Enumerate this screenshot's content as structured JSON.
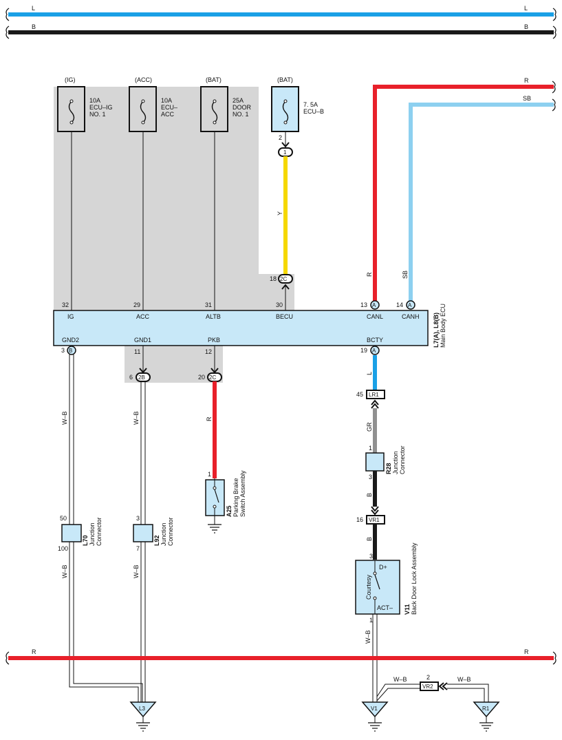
{
  "top_wires": {
    "wire1": {
      "left": "L",
      "right": "L"
    },
    "wire2": {
      "left": "B",
      "right": "B"
    }
  },
  "fuses": [
    {
      "source": "(IG)",
      "rating": "10A",
      "name1": "ECU–IG",
      "name2": "NO. 1"
    },
    {
      "source": "(ACC)",
      "rating": "10A",
      "name1": "ECU–",
      "name2": "ACC"
    },
    {
      "source": "(BAT)",
      "rating": "25A",
      "name1": "DOOR",
      "name2": "NO. 1"
    },
    {
      "source": "(BAT)",
      "rating": "7. 5A",
      "name1": "ECU–B",
      "name2": ""
    }
  ],
  "right_wires": {
    "top": "R",
    "second": "SB"
  },
  "ecu": {
    "code": "L7(A), L8(B)",
    "name": "Main Body ECU",
    "top_pins": [
      {
        "num": "32",
        "label": "IG"
      },
      {
        "num": "29",
        "label": "ACC"
      },
      {
        "num": "31",
        "label": "ALTB"
      },
      {
        "num": "30",
        "label": "BECU"
      },
      {
        "num": "13",
        "label": "CANL",
        "conn": "A"
      },
      {
        "num": "14",
        "label": "CANH",
        "conn": "A"
      }
    ],
    "bottom_pins": [
      {
        "num": "3",
        "label": "GND2",
        "conn": "B"
      },
      {
        "num": "11",
        "label": "GND1"
      },
      {
        "num": "12",
        "label": "PKB"
      },
      {
        "num": "19",
        "label": "BCTY",
        "conn": "A"
      }
    ]
  },
  "connectors": {
    "j1": {
      "pin": "2",
      "id": "1"
    },
    "j2c_top": {
      "pin": "18",
      "id": "2C"
    },
    "j2b": {
      "pin": "6",
      "id": "2B"
    },
    "j2c_bot": {
      "pin": "20",
      "id": "2C"
    },
    "lr1": {
      "pin": "45",
      "id": "LR1"
    },
    "vr1": {
      "pin": "16",
      "id": "VR1"
    },
    "vr2": {
      "pin": "2",
      "id": "VR2"
    }
  },
  "wire_colors": {
    "y": "Y",
    "canl": "R",
    "canh": "SB",
    "gnd2": "W–B",
    "gnd1": "W–B",
    "pkb": "R",
    "bcty": "L",
    "gr": "GR",
    "b1": "B",
    "b2": "B",
    "l70_down": "W–B",
    "l92_down": "W–B",
    "v11_down": "W–B",
    "vr2_left": "W–B",
    "vr2_right": "W–B"
  },
  "components": {
    "a25": {
      "code": "A25",
      "name1": "Parking Brake",
      "name2": "Switch Assembly",
      "pin": "1"
    },
    "r28": {
      "code": "R28",
      "name1": "Junction",
      "name2": "Connector",
      "pin_top": "1",
      "pin_bot": "3"
    },
    "l70": {
      "code": "L70",
      "name1": "Junction",
      "name2": "Connector",
      "pin_top": "50",
      "pin_bot": "100"
    },
    "l92": {
      "code": "L92",
      "name1": "Junction",
      "name2": "Connector",
      "pin_top": "3",
      "pin_bot": "7"
    },
    "v11": {
      "code": "V11",
      "name": "Back Door Lock Assembly",
      "pin_top": "3",
      "pin_bot": "1",
      "d_plus": "D+",
      "act_minus": "ACT–",
      "courtesy": "Courtesy"
    }
  },
  "bottom_wire": {
    "left": "R",
    "right": "R"
  },
  "grounds": {
    "l3": "L3",
    "v1": "V1",
    "r1": "R1"
  },
  "colors": {
    "L": "#1aa0e6",
    "B": "#1a1a1a",
    "R": "#e8202a",
    "SB": "#8dd0f0",
    "Y": "#f5d800",
    "GR": "#909090",
    "box": "#c8e8f8",
    "shade": "#d6d6d6"
  }
}
